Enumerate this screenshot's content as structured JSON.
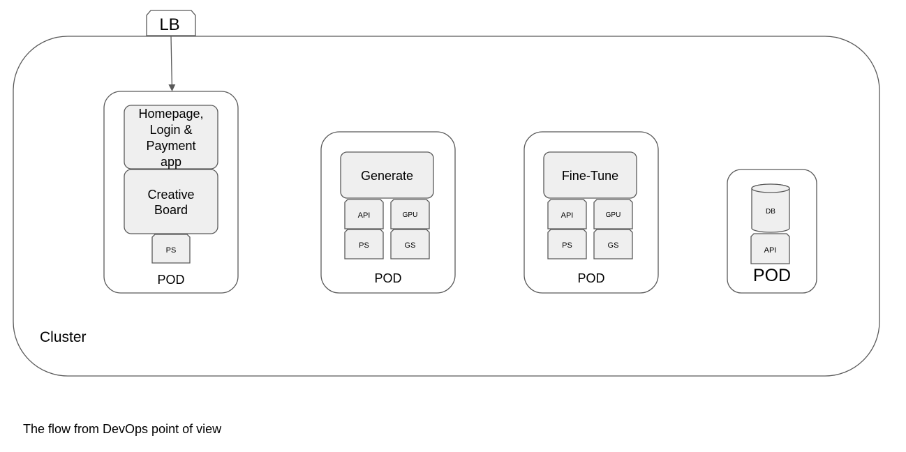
{
  "colors": {
    "stroke": "#595959",
    "box_fill": "#efefef",
    "background": "#ffffff",
    "text": "#000000"
  },
  "load_balancer": {
    "label": "LB"
  },
  "cluster": {
    "label": "Cluster"
  },
  "pods": [
    {
      "label": "POD",
      "apps": [
        "Homepage,\nLogin &\nPayment\napp",
        "Creative\nBoard"
      ],
      "services": [
        "PS"
      ]
    },
    {
      "label": "POD",
      "apps": [
        "Generate"
      ],
      "services": [
        "API",
        "GPU",
        "PS",
        "GS"
      ]
    },
    {
      "label": "POD",
      "apps": [
        "Fine-Tune"
      ],
      "services": [
        "API",
        "GPU",
        "PS",
        "GS"
      ]
    },
    {
      "label": "POD",
      "database": "DB",
      "services": [
        "API"
      ]
    }
  ],
  "caption": "The flow from DevOps point of view"
}
